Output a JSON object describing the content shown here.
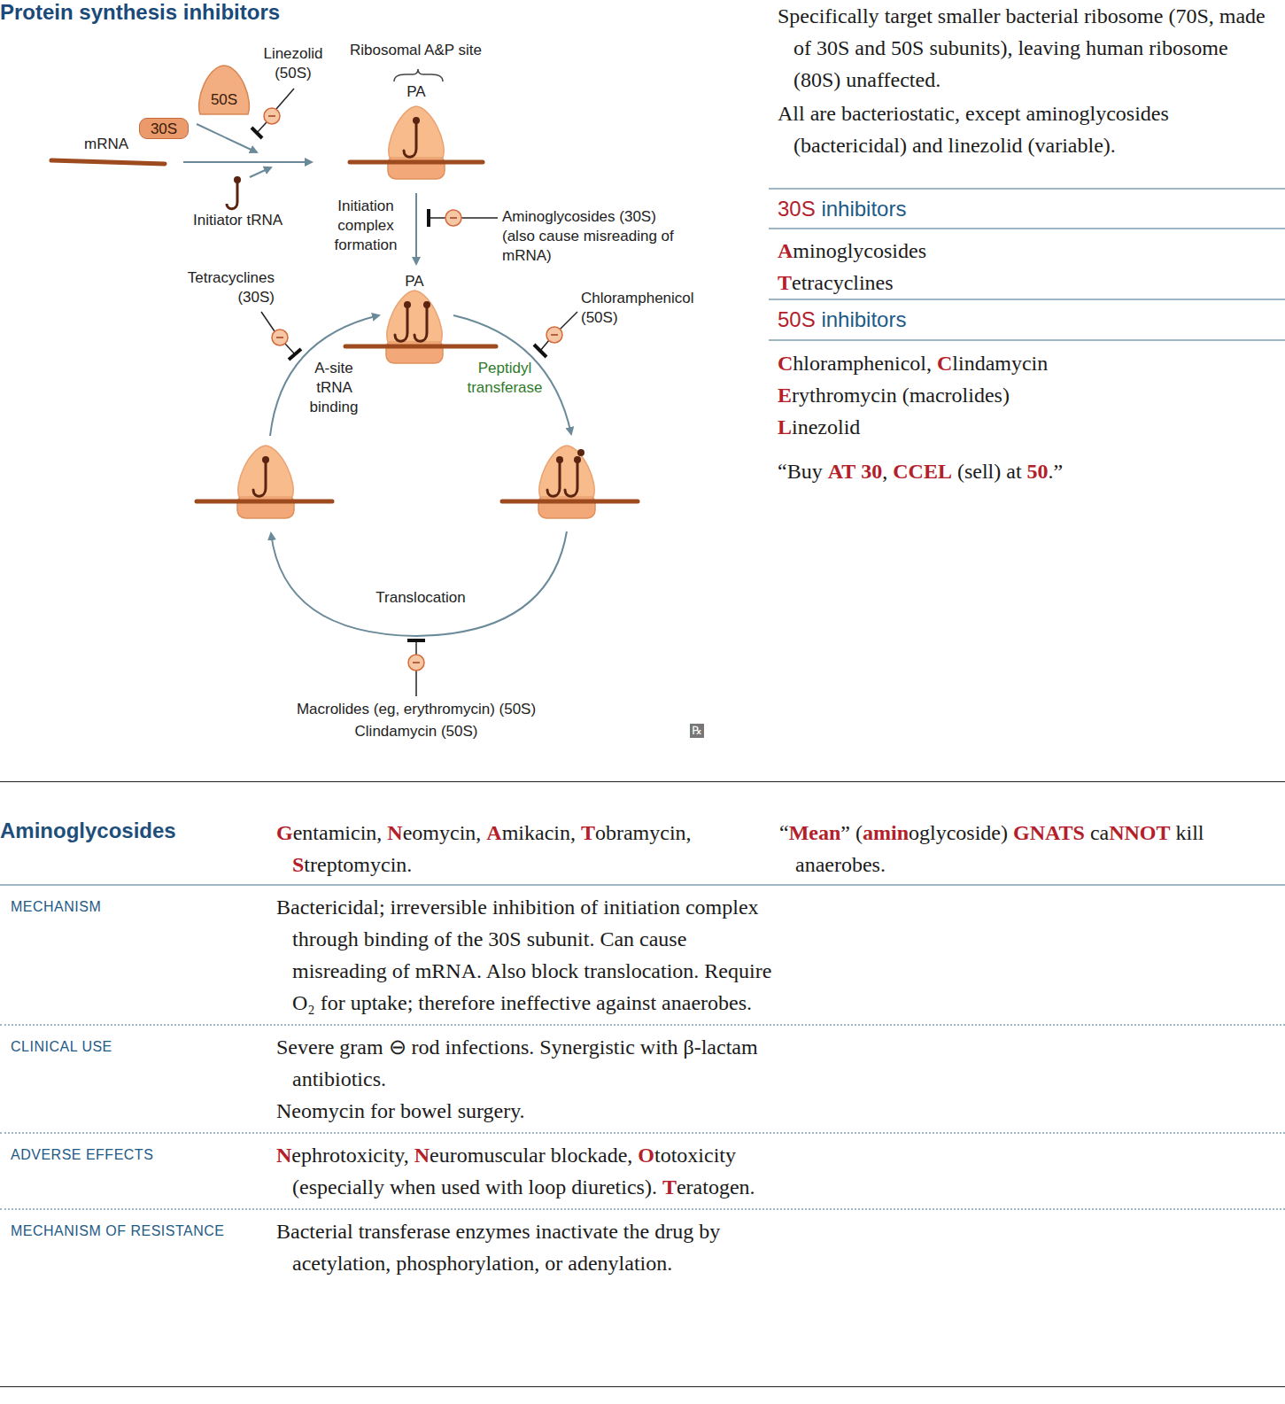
{
  "diagram": {
    "title": "Protein synthesis inhibitors",
    "nodes": [
      {
        "text": [
          "50S"
        ]
      },
      {
        "text": [
          "30S"
        ]
      }
    ],
    "labels": [
      "Linezolid (50S)",
      "Ribosomal A&P site",
      "PA",
      "mRNA",
      "Initiator tRNA",
      "Initiation complex formation",
      "Aminoglycosides (30S) (also cause misreading of mRNA)",
      "PA",
      "Tetracyclines (30S)",
      "Chloramphenicol (50S)",
      "A-site tRNA binding",
      "Peptidyl transferase",
      "Translocation",
      "Macrolides (eg, erythromycin) (50S)",
      "Clindamycin (50S)",
      "℞",
      "Specifically target smaller bacterial ribosome (70S, made of 30S and 50S subunits), leaving human ribosome (80S) unaffected.",
      "All are bacteriostatic, except aminoglycosides (bactericidal) and linezolid (variable).",
      "30S inhibitors",
      "Aminoglycosides",
      "Tetracyclines",
      "50S inhibitors",
      "Chloramphenicol, Clindamycin",
      "Erythromycin (macrolides)",
      "Linezolid",
      "“Buy AT 30, CCEL (sell) at 50.”",
      "Aminoglycosides",
      "Gentamicin, Neomycin, Amikacin, Tobramycin, Streptomycin.",
      "“Mean” (aminoglycoside) GNATS caNNOT kill anaerobes.",
      "MECHANISM",
      "Bactericidal; irreversible inhibition of initiation complex through binding of the 30S subunit. Can cause misreading of mRNA. Also block translocation. Require O₂ for uptake; therefore ineffective against anaerobes.",
      "CLINICAL USE",
      "Severe gram ⊖ rod infections. Synergistic with β-lactam antibiotics.",
      "Neomycin for bowel surgery.",
      "ADVERSE EFFECTS",
      "Nephrotoxicity, Neuromuscular blockade, Ototoxicity (especially when used with loop diuretics). Teratogen.",
      "MECHANISM OF RESISTANCE",
      "Bacterial transferase enzymes inactivate the drug by acetylation, phosphorylation, or adenylation."
    ]
  }
}
